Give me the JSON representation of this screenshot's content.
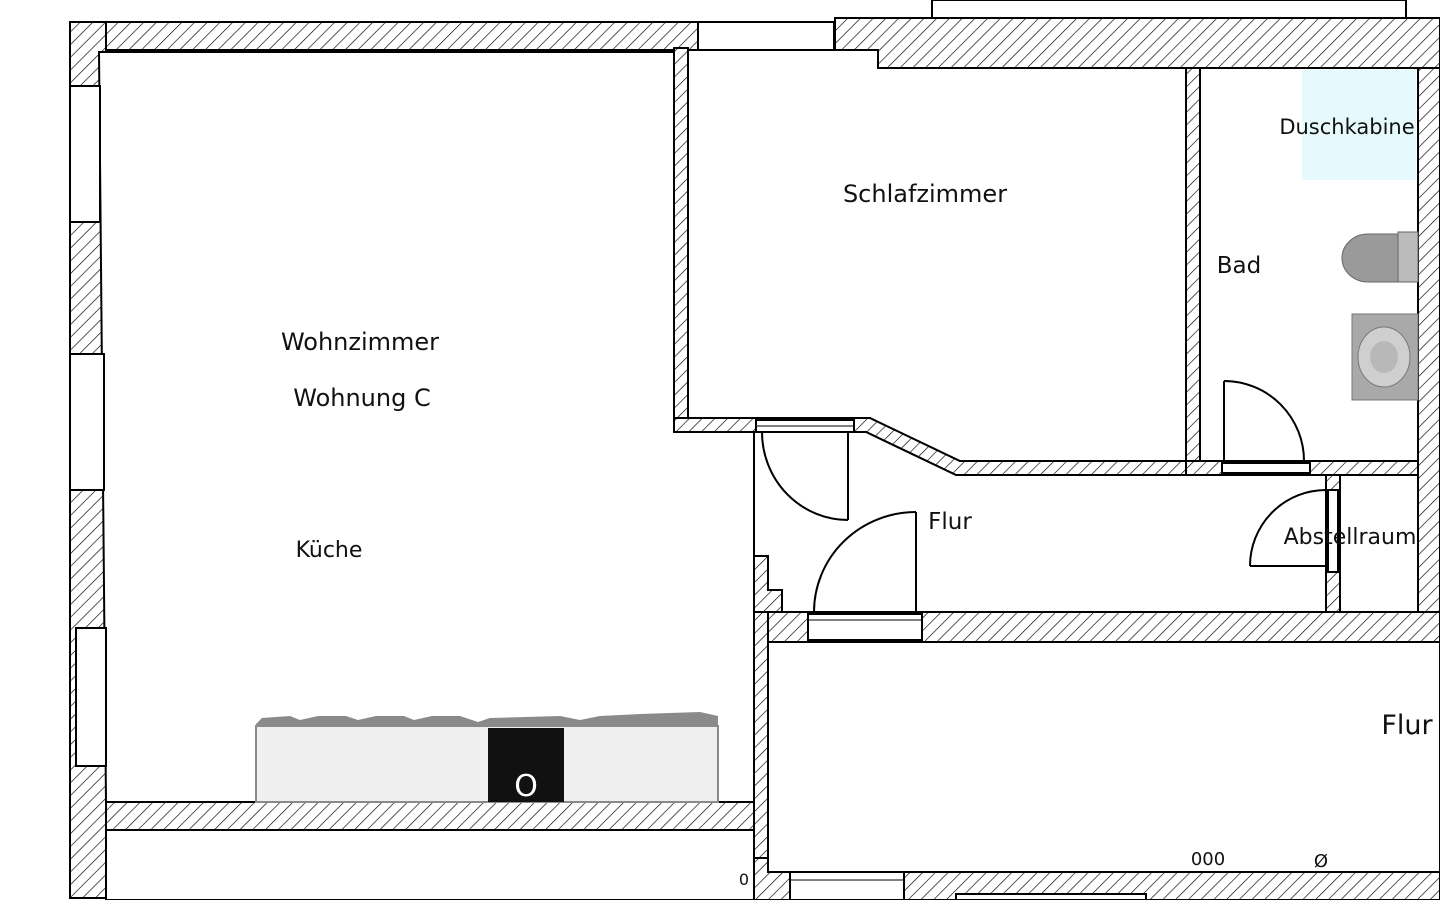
{
  "rooms": {
    "wohnzimmer": "Wohnzimmer",
    "wohnung": "Wohnung C",
    "kueche": "Küche",
    "schlafzimmer": "Schlafzimmer",
    "bad": "Bad",
    "duschkabine": "Duschkabine",
    "flur_inner": "Flur",
    "abstellraum": "Abstellraum",
    "flur_outer": "Flur"
  },
  "symbols": {
    "oven": "O",
    "riser_a": "0",
    "riser_b": "000",
    "riser_c": "Ø"
  },
  "colors": {
    "wall_line": "#000000",
    "hatch": "#000000",
    "shower": "#e6fafd",
    "toilet": "#9a9a9a",
    "sink": "#a9a9a9",
    "counter": "#efefef",
    "oven": "#111111"
  }
}
